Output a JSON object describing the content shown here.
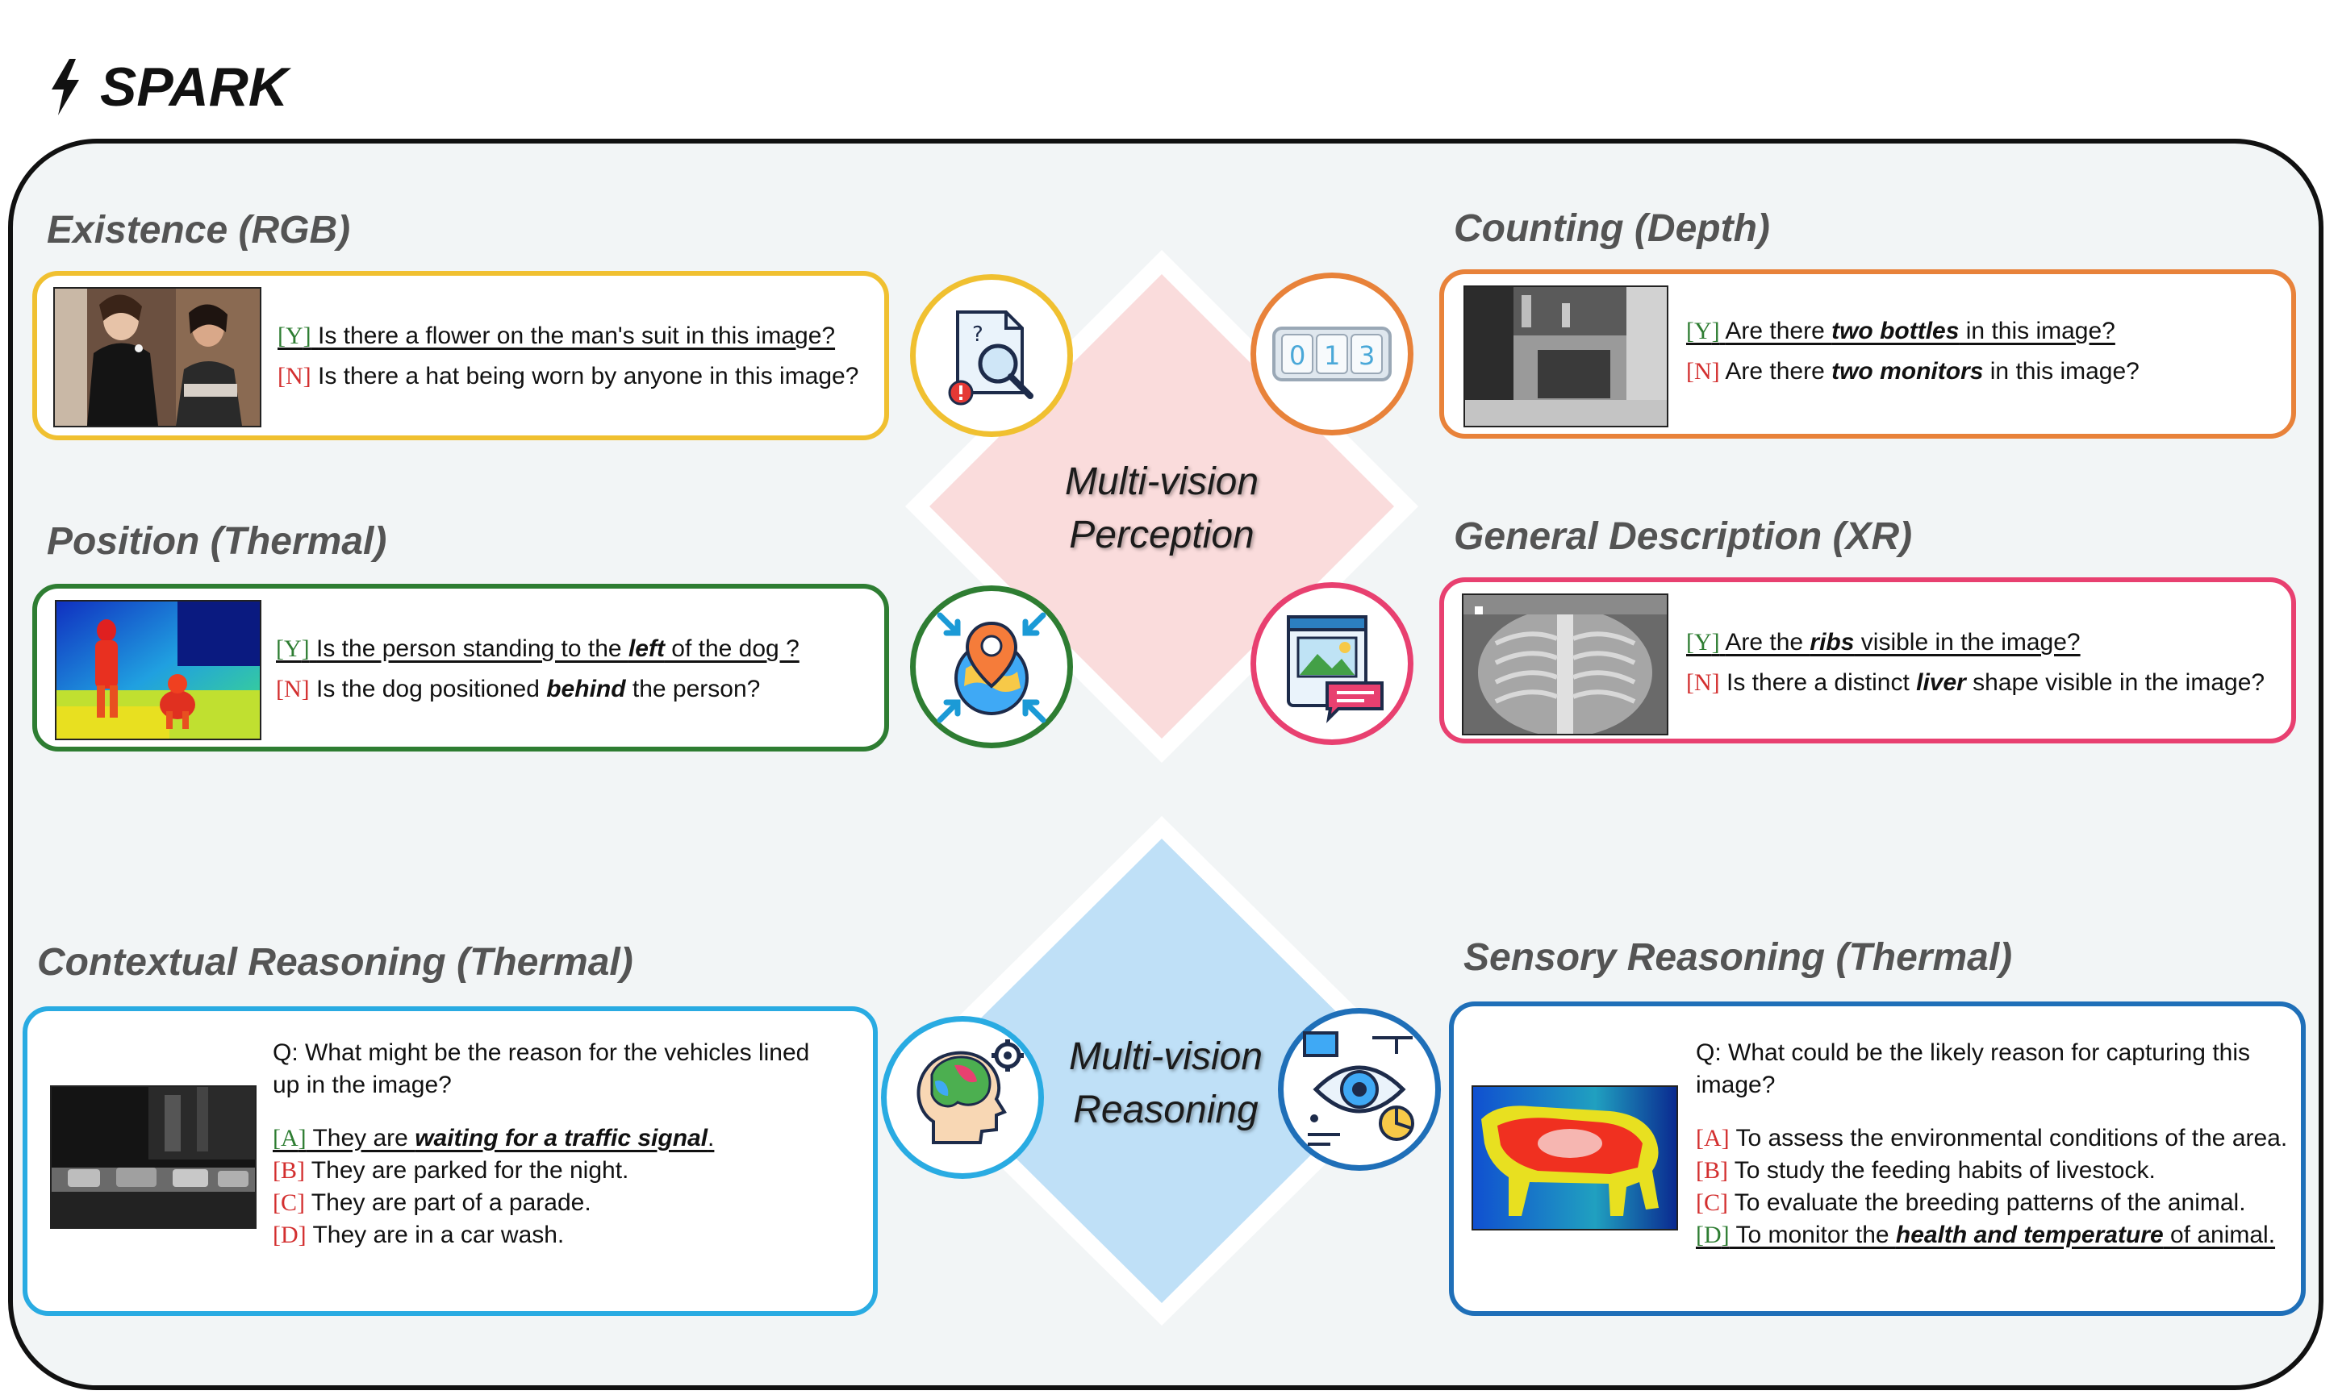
{
  "title": "SPARK",
  "colors": {
    "existence": "#f0c030",
    "counting": "#e8823a",
    "position": "#2e7d32",
    "general": "#e84070",
    "contextual": "#29abe2",
    "sensory": "#1f6fb8",
    "perception_diamond": "#fadcdc",
    "reasoning_diamond": "#bfe0f7"
  },
  "perception_label": [
    "Multi-vision",
    "Perception"
  ],
  "reasoning_label": [
    "Multi-vision",
    "Reasoning"
  ],
  "existence": {
    "title": "Existence (RGB)",
    "icon": "document-search-icon",
    "q1_tag": "Y",
    "q1_text": "Is there a flower on the man's suit in this image?",
    "q2_tag": "N",
    "q2_text": "Is there a hat being worn by anyone in this image?"
  },
  "counting": {
    "title": "Counting (Depth)",
    "icon": "counter-icon",
    "q1_tag": "Y",
    "q1_a": "Are there ",
    "q1_b": "two bottles",
    "q1_c": " in this image?",
    "q2_tag": "N",
    "q2_a": "Are there ",
    "q2_b": "two monitors",
    "q2_c": " in this image?"
  },
  "position": {
    "title": "Position (Thermal)",
    "icon": "location-pin-icon",
    "q1_tag": "Y",
    "q1_a": "Is the person standing to the ",
    "q1_b": "left",
    "q1_c": " of the dog ?",
    "q2_tag": "N",
    "q2_a": "Is the dog positioned ",
    "q2_b": "behind",
    "q2_c": " the person?"
  },
  "general": {
    "title": "General Description (XR)",
    "icon": "image-chat-icon",
    "q1_tag": "Y",
    "q1_a": "Are the ",
    "q1_b": "ribs",
    "q1_c": " visible in the image?",
    "q2_tag": "N",
    "q2_a": "Is there a distinct ",
    "q2_b": "liver",
    "q2_c": " shape visible in the image?"
  },
  "contextual": {
    "title": "Contextual Reasoning (Thermal)",
    "icon": "head-gear-icon",
    "q_line1": "Q: What might be the reason for the vehicles lined",
    "q_line2": "up in the image?",
    "a_tag": "A",
    "a_pre": " They are ",
    "a_emph": "waiting for a traffic signal",
    "a_post": ".",
    "b_tag": "B",
    "b_text": " They are parked for the night.",
    "c_tag": "C",
    "c_text": " They are part of a parade.",
    "d_tag": "D",
    "d_text": " They are in a car wash."
  },
  "sensory": {
    "title": "Sensory Reasoning (Thermal)",
    "icon": "eye-analysis-icon",
    "q_line1": "Q: What could be the likely reason for capturing this",
    "q_line2": "image?",
    "a_tag": "A",
    "a_text": " To assess the environmental conditions of the area.",
    "b_tag": "B",
    "b_text": " To study the feeding habits of livestock.",
    "c_tag": "C",
    "c_text": " To evaluate the breeding patterns of the animal.",
    "d_tag": "D",
    "d_pre": " To monitor the ",
    "d_emph": "health and temperature",
    "d_post": " of animal."
  }
}
